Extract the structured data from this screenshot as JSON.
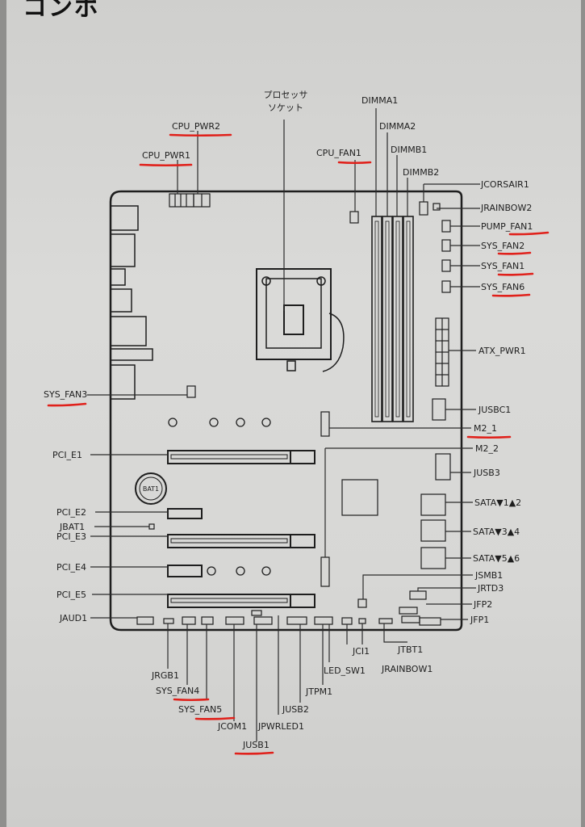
{
  "heading": "コンポ",
  "colors": {
    "underline": "#e0211b",
    "line": "#2b2b2b",
    "board": "#1e1e1e",
    "component_fill": "#f2f2f0"
  },
  "labels": {
    "socket_line1": "プロセッサ",
    "socket_line2": "ソケット",
    "cpu_pwr2": "CPU_PWR2",
    "cpu_pwr1": "CPU_PWR1",
    "cpu_fan1": "CPU_FAN1",
    "dimma1": "DIMMA1",
    "dimma2": "DIMMA2",
    "dimmb1": "DIMMB1",
    "dimmb2": "DIMMB2",
    "jcorsair1": "JCORSAIR1",
    "jrainbow2": "JRAINBOW2",
    "pump_fan1": "PUMP_FAN1",
    "sys_fan2": "SYS_FAN2",
    "sys_fan1": "SYS_FAN1",
    "sys_fan6": "SYS_FAN6",
    "atx_pwr1": "ATX_PWR1",
    "sys_fan3": "SYS_FAN3",
    "jusbc1": "JUSBC1",
    "m2_1": "M2_1",
    "pci_e1": "PCI_E1",
    "m2_2": "M2_2",
    "jusb3": "JUSB3",
    "bat1": "BAT1",
    "sata12": "SATA▼1▲2",
    "pci_e2": "PCI_E2",
    "jbat1": "JBAT1",
    "pci_e3": "PCI_E3",
    "sata34": "SATA▼3▲4",
    "pci_e4": "PCI_E4",
    "sata56": "SATA▼5▲6",
    "jsmb1": "JSMB1",
    "pci_e5": "PCI_E5",
    "jrtd3": "JRTD3",
    "jfp2": "JFP2",
    "jaud1": "JAUD1",
    "jfp1": "JFP1",
    "jci1": "JCI1",
    "jtbt1": "JTBT1",
    "jrgb1": "JRGB1",
    "led_sw1": "LED_SW1",
    "jrainbow1": "JRAINBOW1",
    "sys_fan4": "SYS_FAN4",
    "jtpm1": "JTPM1",
    "sys_fan5": "SYS_FAN5",
    "jusb2": "JUSB2",
    "jcom1": "JCOM1",
    "jpwrled1": "JPWRLED1",
    "jusb1": "JUSB1"
  }
}
